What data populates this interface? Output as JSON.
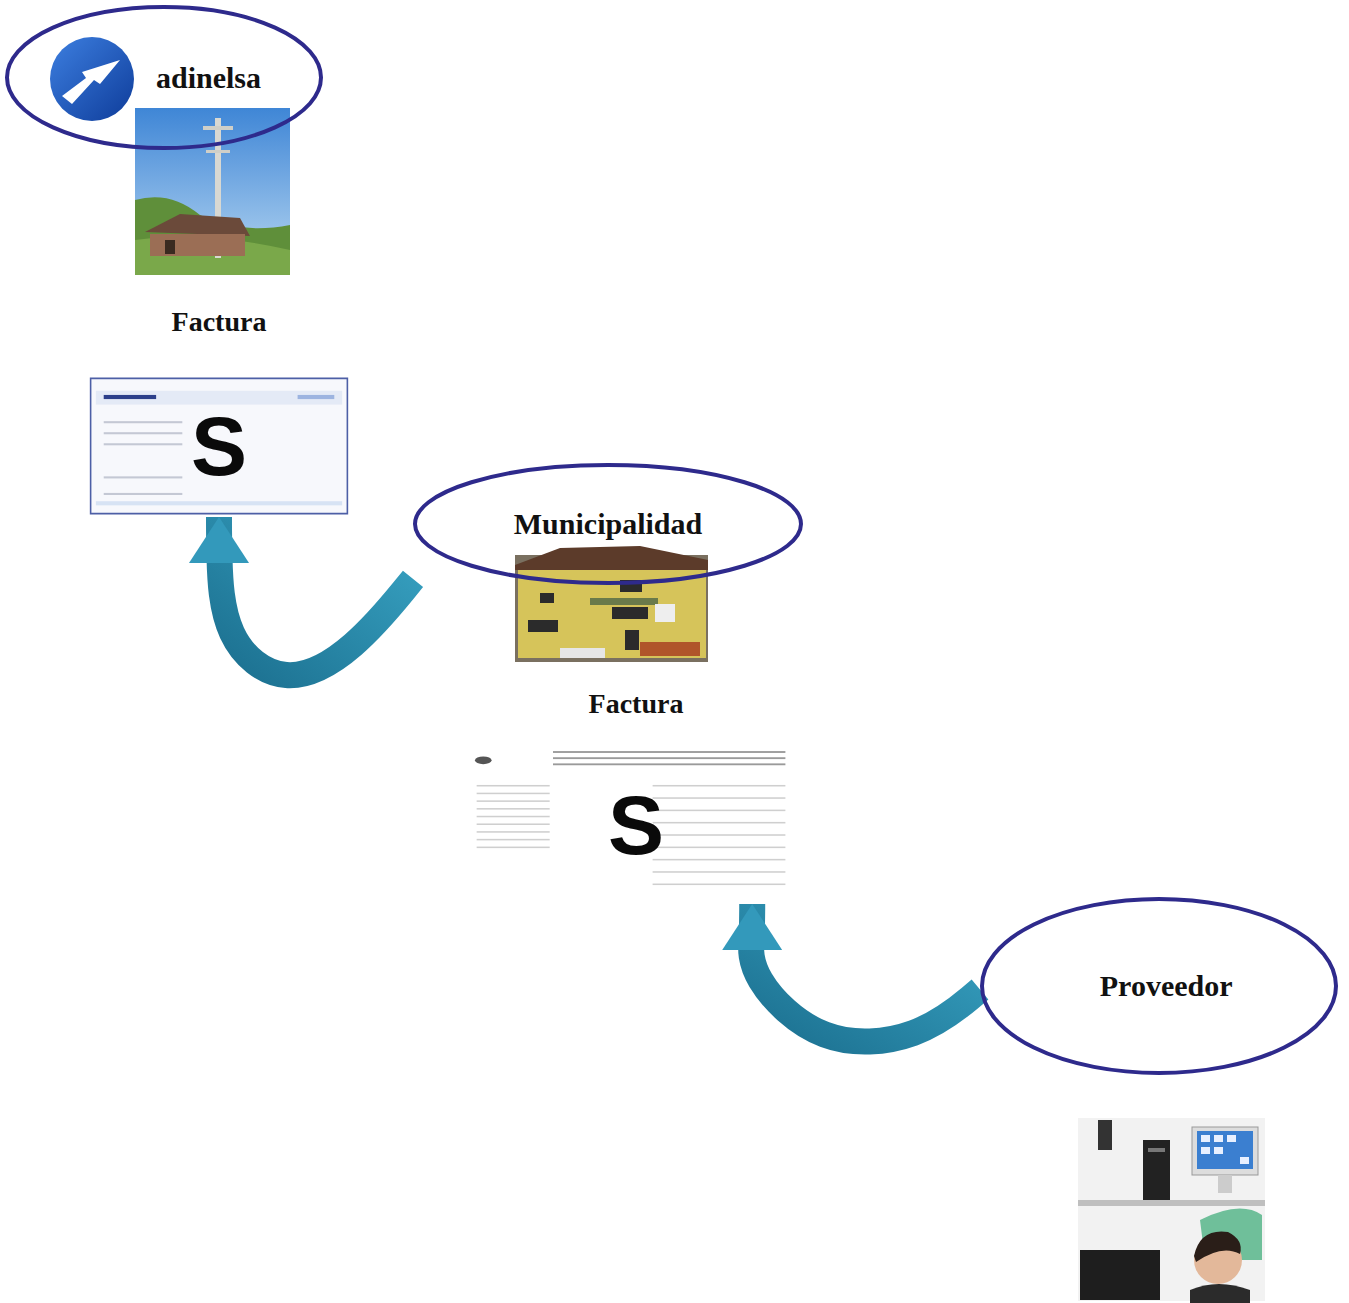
{
  "diagram": {
    "nodes": [
      {
        "text": [
          "adinelsa"
        ]
      },
      {
        "text": [
          "Factura",
          "S"
        ]
      },
      {
        "text": [
          "Municipalidad"
        ]
      },
      {
        "text": [
          "Factura",
          "S"
        ]
      },
      {
        "text": [
          "Proveedor"
        ]
      }
    ],
    "edges": [
      {
        "from": 2,
        "to": 1,
        "arrow": "to"
      },
      {
        "from": 4,
        "to": 3,
        "arrow": "to"
      }
    ]
  }
}
